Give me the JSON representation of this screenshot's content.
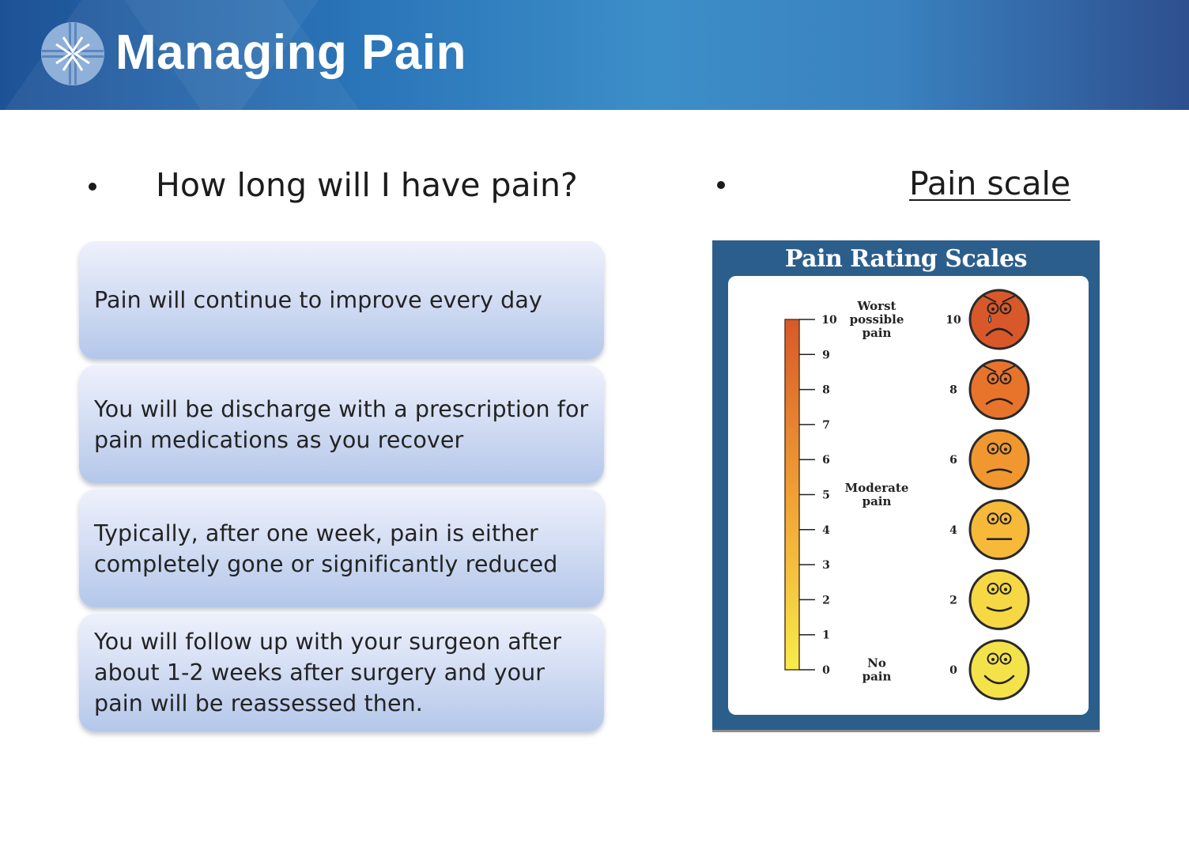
{
  "header": {
    "title": "Managing Pain",
    "logo_icon": "cross-circle-icon"
  },
  "left_column": {
    "heading": "How long will I have pain?",
    "cards": [
      "Pain will continue to improve every day",
      "You will be discharge with a prescription for pain medications as you recover",
      "Typically, after one week, pain is either completely gone or significantly reduced",
      "You will follow up with your surgeon after about 1-2 weeks after surgery and your pain will be reassessed then."
    ]
  },
  "right_column": {
    "heading": "Pain scale"
  },
  "pain_chart": {
    "title": "Pain Rating Scales",
    "scale_min": 0,
    "scale_max": 10,
    "ticks": [
      0,
      1,
      2,
      3,
      4,
      5,
      6,
      7,
      8,
      9,
      10
    ],
    "labels": [
      {
        "value": 10,
        "lines": [
          "Worst",
          "possible",
          "pain"
        ]
      },
      {
        "value": 5,
        "lines": [
          "Moderate",
          "pain"
        ]
      },
      {
        "value": 0,
        "lines": [
          "No",
          "pain"
        ]
      }
    ],
    "faces": [
      {
        "value": 10,
        "color": "#d9582a",
        "mood": "cry"
      },
      {
        "value": 8,
        "color": "#e8742c",
        "mood": "sad"
      },
      {
        "value": 6,
        "color": "#f0982f",
        "mood": "frown"
      },
      {
        "value": 4,
        "color": "#f6b93a",
        "mood": "neutral"
      },
      {
        "value": 2,
        "color": "#f6d844",
        "mood": "slight-smile"
      },
      {
        "value": 0,
        "color": "#f4e24a",
        "mood": "smile"
      }
    ],
    "colors": {
      "frame": "#2c5e8c",
      "bar_top": "#d9582a",
      "bar_bottom": "#f7ec4a"
    }
  }
}
